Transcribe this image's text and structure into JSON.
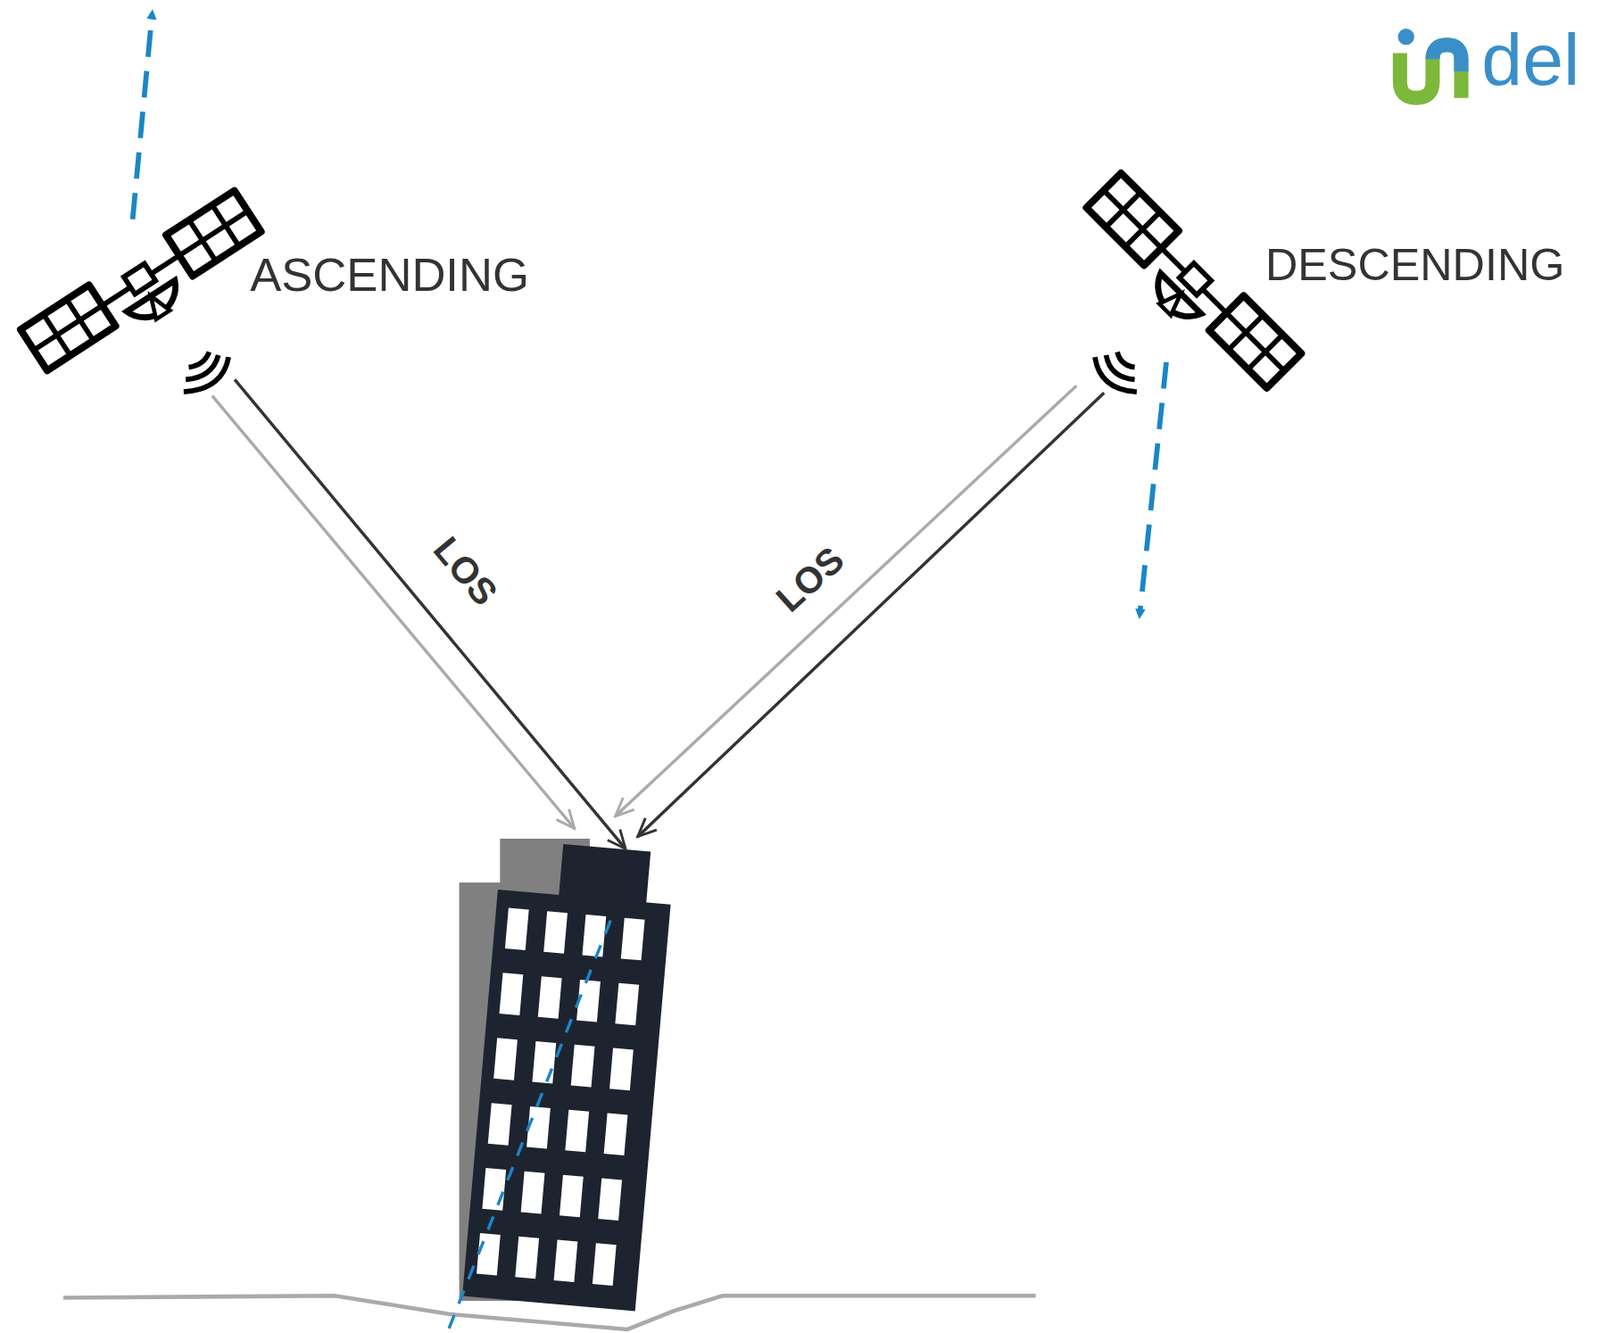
{
  "diagram": {
    "labels": [
      "ASCENDING",
      "DESCENDING",
      "LOS",
      "LOS",
      "del"
    ]
  }
}
